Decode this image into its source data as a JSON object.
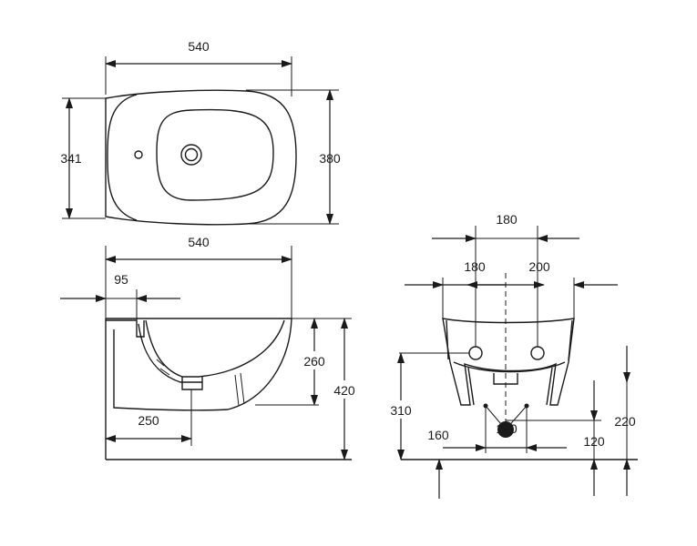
{
  "top_view": {
    "width_label": "540",
    "left_height_label": "341",
    "right_height_label": "380"
  },
  "side_view": {
    "width_label": "540",
    "rear_offset_label": "95",
    "drain_offset_label": "250",
    "bowl_depth_label": "260",
    "total_height_label": "420"
  },
  "front_view": {
    "top_span_label": "180",
    "left_half_label": "180",
    "right_half_label": "200",
    "left_height_label": "310",
    "left_offset_label": "160",
    "center_spacing_label": "120",
    "right_offset_label": "120",
    "right_height_label": "220"
  }
}
